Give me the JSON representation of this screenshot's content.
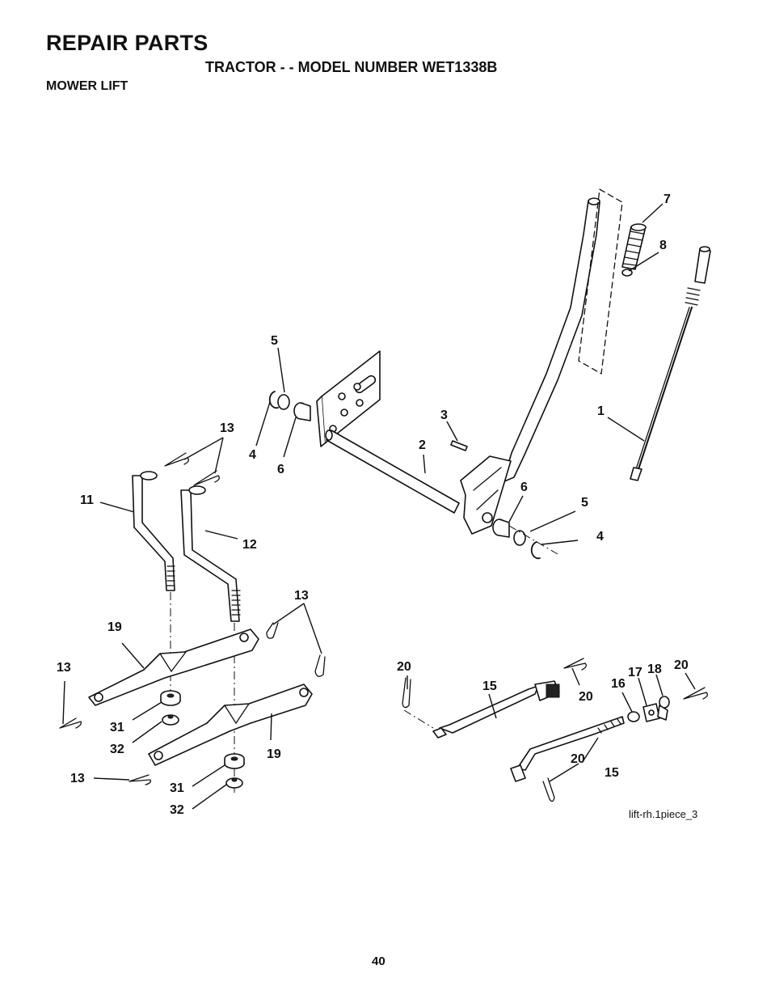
{
  "header": {
    "title": "REPAIR PARTS",
    "subtitle": "TRACTOR - - MODEL NUMBER WET1338B",
    "section": "MOWER LIFT"
  },
  "diagram": {
    "figure_ref": "lift-rh.1piece_3",
    "callouts": {
      "c1": "1",
      "c2": "2",
      "c3": "3",
      "c4a": "4",
      "c4b": "4",
      "c5a": "5",
      "c5b": "5",
      "c6a": "6",
      "c6b": "6",
      "c7": "7",
      "c8": "8",
      "c11": "11",
      "c12": "12",
      "c13a": "13",
      "c13b": "13",
      "c13c": "13",
      "c13d": "13",
      "c15a": "15",
      "c15b": "15",
      "c16": "16",
      "c17": "17",
      "c18": "18",
      "c19a": "19",
      "c19b": "19",
      "c20a": "20",
      "c20b": "20",
      "c20c": "20",
      "c20d": "20",
      "c31a": "31",
      "c31b": "31",
      "c32a": "32",
      "c32b": "32"
    }
  },
  "footer": {
    "page_number": "40"
  }
}
